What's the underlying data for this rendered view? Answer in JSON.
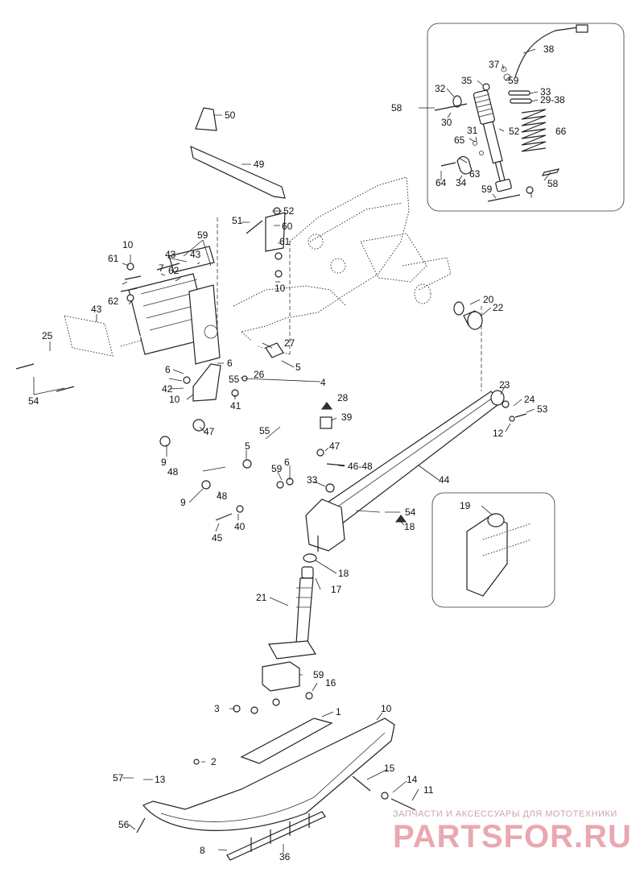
{
  "diagram": {
    "labels": [
      {
        "id": "l50",
        "text": "50"
      },
      {
        "id": "l49",
        "text": "49"
      },
      {
        "id": "l52",
        "text": "52"
      },
      {
        "id": "l51",
        "text": "51"
      },
      {
        "id": "l60",
        "text": "60"
      },
      {
        "id": "l61a",
        "text": "61"
      },
      {
        "id": "l10a",
        "text": "10"
      },
      {
        "id": "l10b",
        "text": "10"
      },
      {
        "id": "l59a",
        "text": "59"
      },
      {
        "id": "l43a",
        "text": "43"
      },
      {
        "id": "l61b",
        "text": "61"
      },
      {
        "id": "l7",
        "text": "7"
      },
      {
        "id": "l62a",
        "text": "62"
      },
      {
        "id": "l62b",
        "text": "62"
      },
      {
        "id": "l43b",
        "text": "43"
      },
      {
        "id": "l43c",
        "text": "43"
      },
      {
        "id": "l25",
        "text": "25"
      },
      {
        "id": "l27",
        "text": "27"
      },
      {
        "id": "l5a",
        "text": "5"
      },
      {
        "id": "l6a",
        "text": "6"
      },
      {
        "id": "l6b",
        "text": "6"
      },
      {
        "id": "l55a",
        "text": "55"
      },
      {
        "id": "l26",
        "text": "26"
      },
      {
        "id": "l4",
        "text": "4"
      },
      {
        "id": "l42",
        "text": "42"
      },
      {
        "id": "l10c",
        "text": "10"
      },
      {
        "id": "l41",
        "text": "41"
      },
      {
        "id": "l54a",
        "text": "54"
      },
      {
        "id": "l28",
        "text": "28"
      },
      {
        "id": "l39",
        "text": "39"
      },
      {
        "id": "l55b",
        "text": "55"
      },
      {
        "id": "l47a",
        "text": "47"
      },
      {
        "id": "l47b",
        "text": "47"
      },
      {
        "id": "l9a",
        "text": "9"
      },
      {
        "id": "l5b",
        "text": "5"
      },
      {
        "id": "l46",
        "text": "46-48"
      },
      {
        "id": "l48a",
        "text": "48"
      },
      {
        "id": "l59b",
        "text": "59"
      },
      {
        "id": "l6c",
        "text": "6"
      },
      {
        "id": "l33",
        "text": "33"
      },
      {
        "id": "l9b",
        "text": "9"
      },
      {
        "id": "l48b",
        "text": "48"
      },
      {
        "id": "l40",
        "text": "40"
      },
      {
        "id": "l45",
        "text": "45"
      },
      {
        "id": "l44",
        "text": "44"
      },
      {
        "id": "l54b",
        "text": "54"
      },
      {
        "id": "l18a",
        "text": "18"
      },
      {
        "id": "l19",
        "text": "19"
      },
      {
        "id": "l18b",
        "text": "18"
      },
      {
        "id": "l17",
        "text": "17"
      },
      {
        "id": "l21",
        "text": "21"
      },
      {
        "id": "l20",
        "text": "20"
      },
      {
        "id": "l22",
        "text": "22"
      },
      {
        "id": "l23",
        "text": "23"
      },
      {
        "id": "l24",
        "text": "24"
      },
      {
        "id": "l53",
        "text": "53"
      },
      {
        "id": "l12",
        "text": "12"
      },
      {
        "id": "l59c",
        "text": "59"
      },
      {
        "id": "l16",
        "text": "16"
      },
      {
        "id": "l3",
        "text": "3"
      },
      {
        "id": "l1",
        "text": "1"
      },
      {
        "id": "l10d",
        "text": "10"
      },
      {
        "id": "l2",
        "text": "2"
      },
      {
        "id": "l57",
        "text": "57"
      },
      {
        "id": "l13",
        "text": "13"
      },
      {
        "id": "l15",
        "text": "15"
      },
      {
        "id": "l14",
        "text": "14"
      },
      {
        "id": "l11",
        "text": "11"
      },
      {
        "id": "l56",
        "text": "56"
      },
      {
        "id": "l8",
        "text": "8"
      },
      {
        "id": "l36",
        "text": "36"
      },
      {
        "id": "l38",
        "text": "38"
      },
      {
        "id": "l37",
        "text": "37"
      },
      {
        "id": "l59d",
        "text": "59"
      },
      {
        "id": "l35",
        "text": "35"
      },
      {
        "id": "l32",
        "text": "32"
      },
      {
        "id": "l33b",
        "text": "33"
      },
      {
        "id": "l2938",
        "text": "29-38"
      },
      {
        "id": "l58a",
        "text": "58"
      },
      {
        "id": "l30",
        "text": "30"
      },
      {
        "id": "l52b",
        "text": "52"
      },
      {
        "id": "l31",
        "text": "31"
      },
      {
        "id": "l66",
        "text": "66"
      },
      {
        "id": "l65",
        "text": "65"
      },
      {
        "id": "l63",
        "text": "63"
      },
      {
        "id": "l64",
        "text": "64"
      },
      {
        "id": "l34",
        "text": "34"
      },
      {
        "id": "l58b",
        "text": "58"
      },
      {
        "id": "l59e",
        "text": "59"
      }
    ]
  },
  "watermark": {
    "tagline": "ЗАПЧАСТИ И АКСЕССУАРЫ ДЛЯ МОТОТЕХНИКИ",
    "brand": "PARTSFOR.RU"
  }
}
